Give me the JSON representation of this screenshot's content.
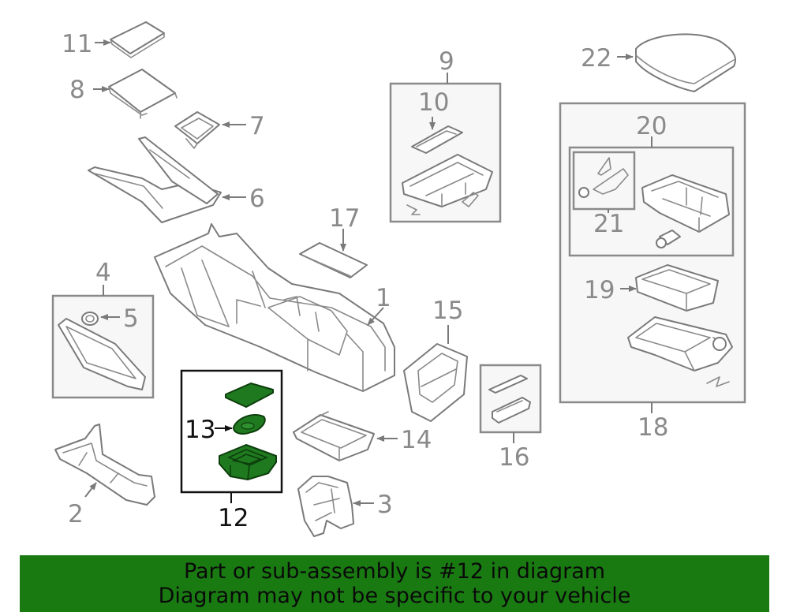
{
  "diagram": {
    "callouts": {
      "c1": "1",
      "c2": "2",
      "c3": "3",
      "c4": "4",
      "c5": "5",
      "c6": "6",
      "c7": "7",
      "c8": "8",
      "c9": "9",
      "c10": "10",
      "c11": "11",
      "c12": "12",
      "c13": "13",
      "c14": "14",
      "c15": "15",
      "c16": "16",
      "c17": "17",
      "c18": "18",
      "c19": "19",
      "c20": "20",
      "c21": "21",
      "c22": "22"
    },
    "highlighted_part": "12",
    "highlight_color": "#1f7a1f"
  },
  "banner": {
    "line1": "Part or sub-assembly is #12 in diagram",
    "line2": "Diagram may not be specific to your vehicle",
    "background": "#1a7a12"
  }
}
